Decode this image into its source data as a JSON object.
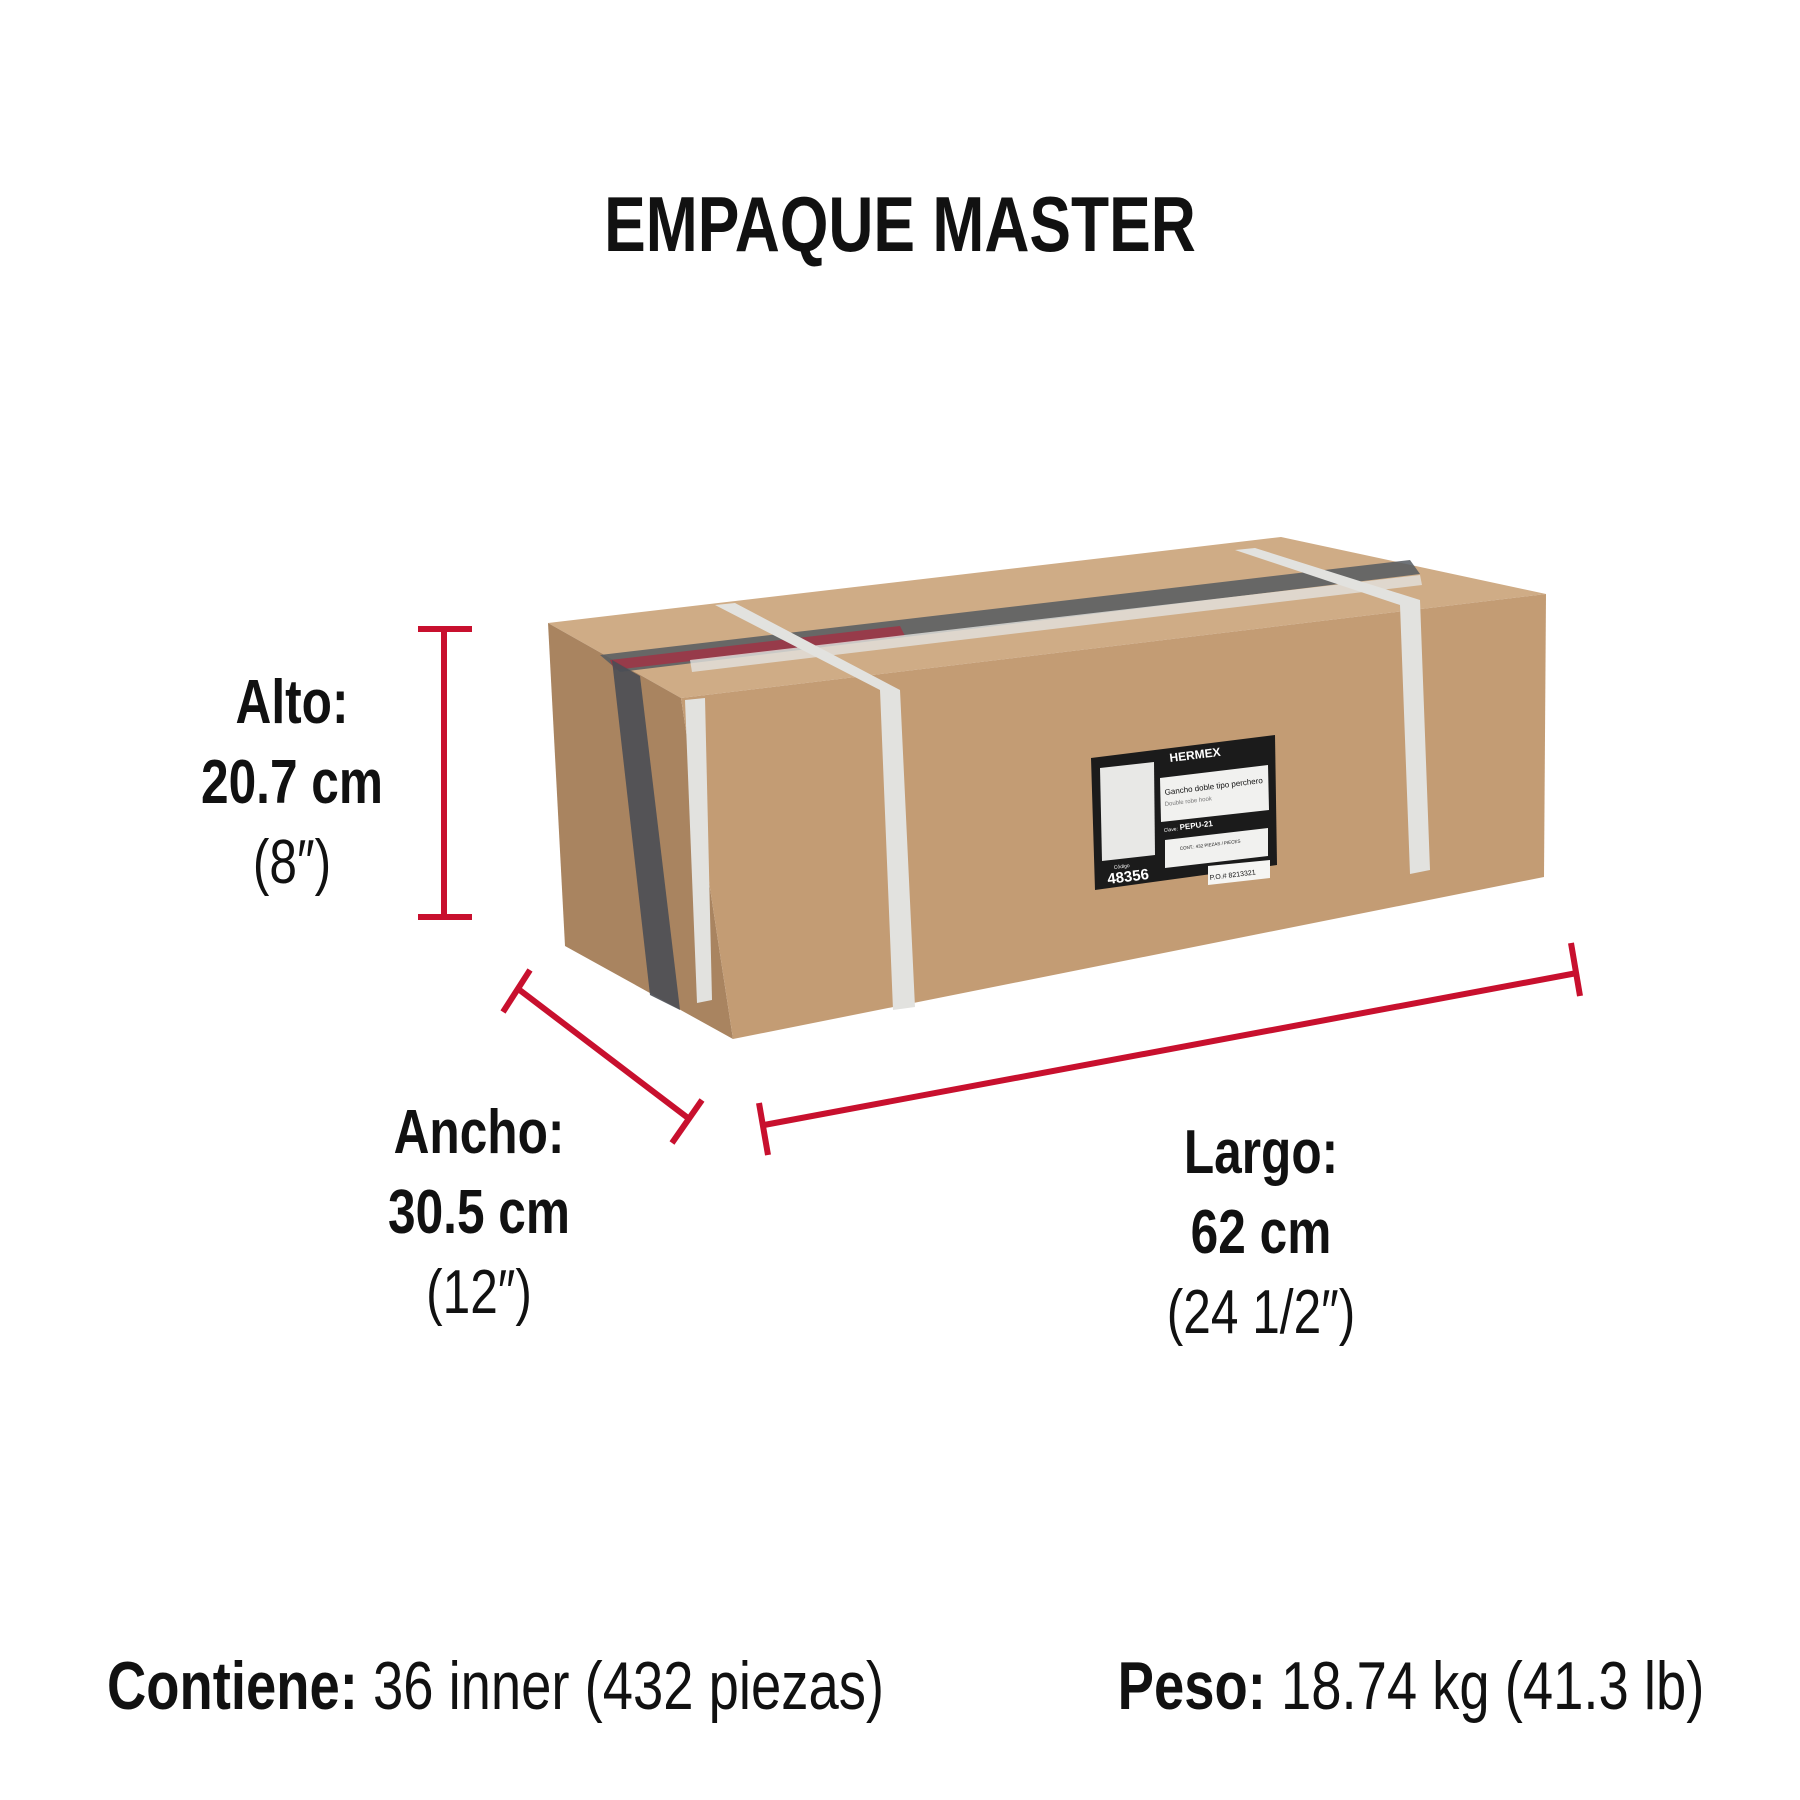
{
  "title": "EMPAQUE MASTER",
  "dimensions": {
    "alto": {
      "label": "Alto:",
      "metric": "20.7 cm",
      "imperial": "(8″)"
    },
    "ancho": {
      "label": "Ancho:",
      "metric": "30.5 cm",
      "imperial": "(12″)"
    },
    "largo": {
      "label": "Largo:",
      "metric": "62 cm",
      "imperial": "(24 1/2″)"
    }
  },
  "contiene": {
    "label": "Contiene:",
    "value": "36 inner (432 piezas)"
  },
  "peso": {
    "label": "Peso:",
    "value": "18.74 kg (41.3 lb)"
  },
  "box_label": {
    "brand": "HERMEX",
    "product_es": "Gancho doble tipo perchero",
    "product_en": "Double robe hook",
    "clave_label": "Clave:",
    "clave": "PEPU-21",
    "contents": "CONT.: 432 PIEZAS / PIECES",
    "codigo_label": "Código",
    "codigo": "48356",
    "po": "P.O.# 8213321"
  },
  "colors": {
    "accent": "#c8102e",
    "cardboard": "#c09a72",
    "text": "#111111"
  }
}
